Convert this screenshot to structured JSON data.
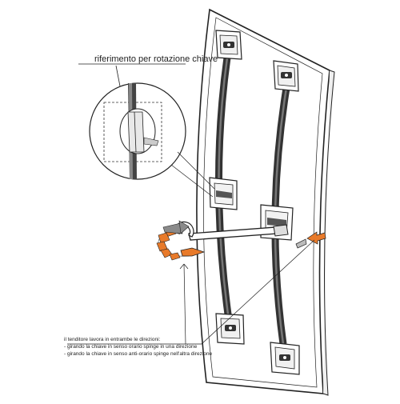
{
  "diagram": {
    "callout_label": "riferimento per rotazione chiave",
    "notes": {
      "intro": "il tenditore lavora in entrambe le direzioni:",
      "items": [
        "- girando la chiave in senso orario spinge in una direzione",
        "- girando la chiave in senso anti-orario spinge nell'altra direzione"
      ]
    },
    "colors": {
      "arrow_orange": "#E87A2A",
      "arrow_grey": "#8a8a8a",
      "rail_dark": "#333333",
      "outline": "#222222"
    }
  }
}
